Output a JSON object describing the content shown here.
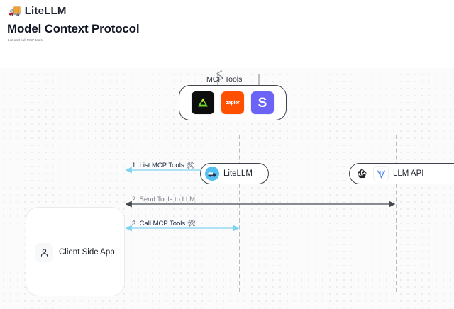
{
  "header": {
    "brand_glyph": "🚚",
    "brand_name": "LiteLLM",
    "title": "Model Context Protocol",
    "subtitle": "List and call MCP tools"
  },
  "diagram": {
    "type": "sequence-diagram",
    "background": "#fbfbfc",
    "grid": "dotted",
    "mcp_tools": {
      "title": "MCP Tools",
      "tools": [
        {
          "name": "andela",
          "label": "",
          "icon": "green-triangle-icon",
          "bg": "#0d0d0d",
          "fg": "#7ee03a"
        },
        {
          "name": "zapier",
          "label": "zapier",
          "icon": "zapier-icon",
          "bg": "#ff4f00",
          "fg": "#ffffff"
        },
        {
          "name": "slack",
          "label": "S",
          "icon": "letter-s-icon",
          "bg": "#6b63f6",
          "fg": "#ffffff"
        }
      ]
    },
    "nodes": [
      {
        "id": "litellm",
        "label": "LiteLLM",
        "icon": "litellm-truck-avatar"
      },
      {
        "id": "llmapi",
        "label": "LLM API",
        "icons": [
          "openai-icon",
          "vertex-ai-icon"
        ]
      },
      {
        "id": "client",
        "label": "Client Side App",
        "icon": "user-icon"
      }
    ],
    "messages": [
      {
        "index": "1",
        "text": "1. List MCP Tools 🛠",
        "color": "#7fd2f0",
        "style": "blue",
        "direction": "bidirectional",
        "from": "client",
        "to": "litellm"
      },
      {
        "index": "2",
        "text": "2. Send Tools to LLM",
        "color": "#6b7078",
        "style": "gray",
        "direction": "bidirectional",
        "from": "client",
        "to": "llmapi"
      },
      {
        "index": "3",
        "text": "3. Call MCP Tools 🛠",
        "color": "#7fd2f0",
        "style": "blue",
        "direction": "bidirectional",
        "from": "client",
        "to": "litellm"
      }
    ],
    "tool_arrows": [
      {
        "name": "list-tools-up-arrow",
        "direction": "up"
      },
      {
        "name": "call-tools-down-arrow",
        "direction": "down"
      }
    ]
  }
}
